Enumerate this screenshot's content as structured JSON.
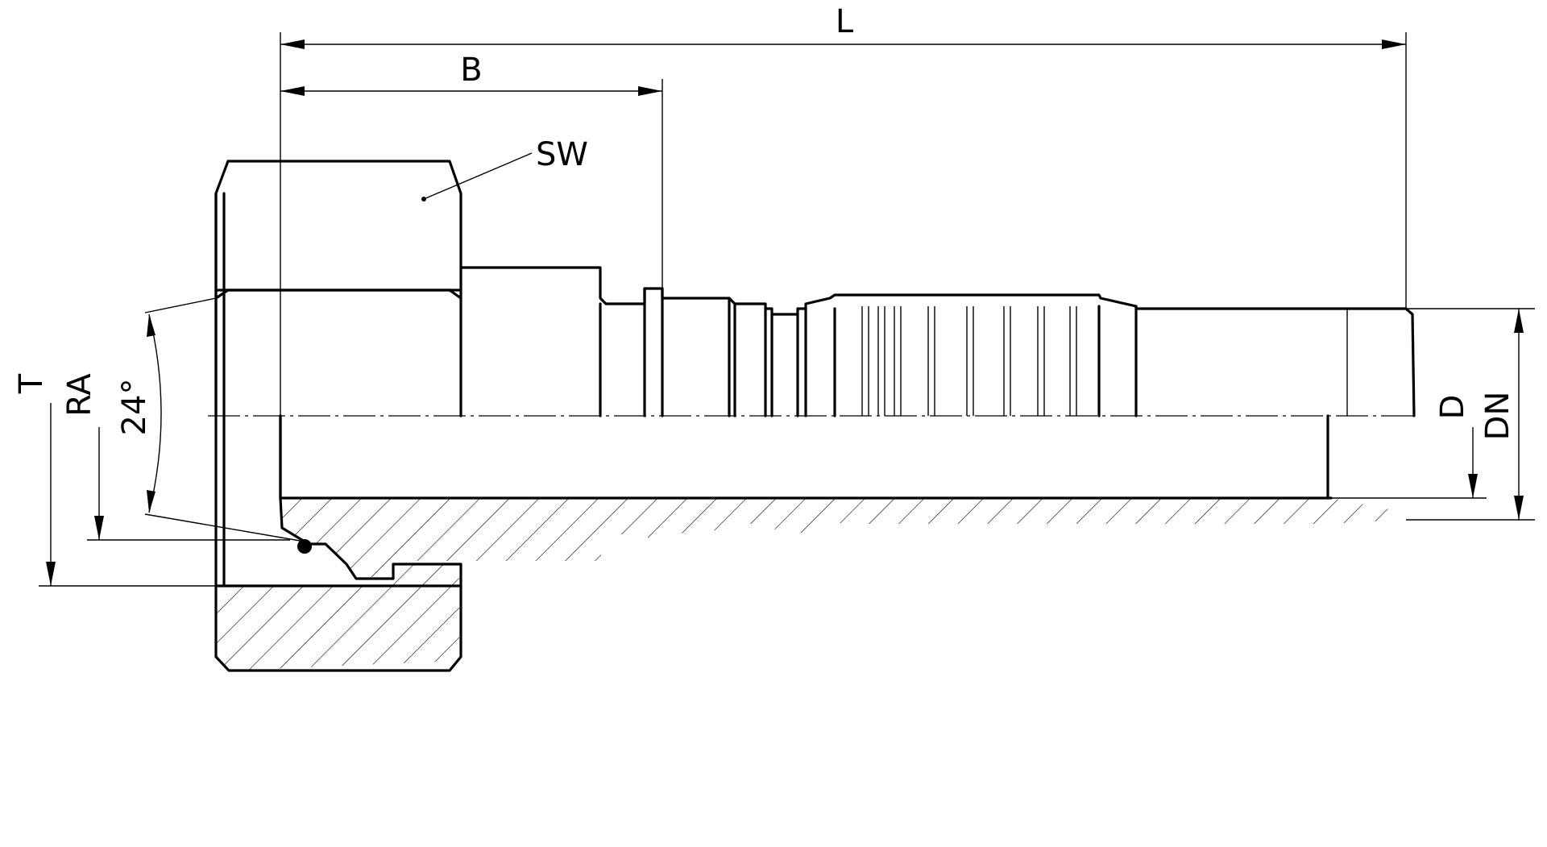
{
  "dimensions": {
    "overall_length": "L",
    "nut_length": "B",
    "wrench_size": "SW",
    "thread": "T",
    "ra": "RA",
    "cone_angle": "24°",
    "bore_diameter": "D",
    "nominal_diameter": "DN"
  }
}
